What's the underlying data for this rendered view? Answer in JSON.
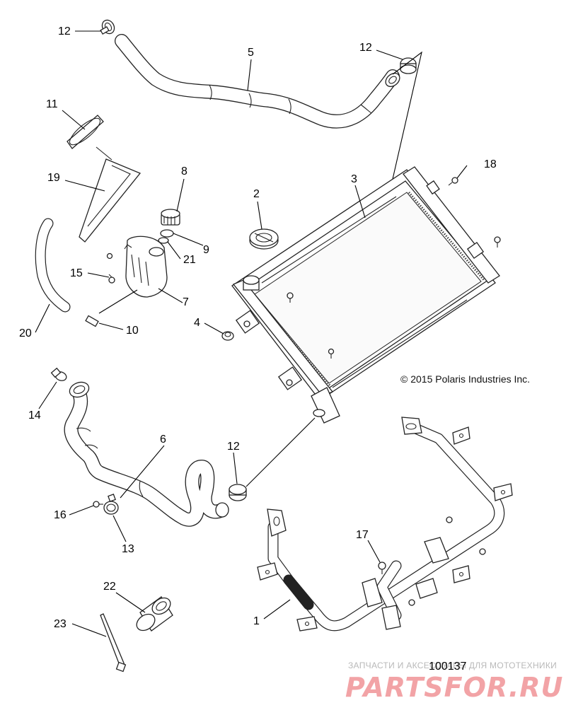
{
  "diagram": {
    "copyright": "© 2015 Polaris Industries Inc.",
    "figure_number": "100137",
    "callouts": {
      "c1": "1",
      "c2": "2",
      "c3": "3",
      "c4": "4",
      "c5": "5",
      "c6": "6",
      "c7": "7",
      "c8": "8",
      "c9": "9",
      "c10": "10",
      "c11": "11",
      "c12a": "12",
      "c12b": "12",
      "c12c": "12",
      "c13": "13",
      "c14": "14",
      "c15": "15",
      "c16": "16",
      "c17": "17",
      "c18": "18",
      "c19": "19",
      "c20": "20",
      "c21": "21",
      "c22": "22",
      "c23": "23"
    }
  },
  "watermark": {
    "tagline": "ЗАПЧАСТИ И АКСЕССУАРЫ ДЛЯ МОТОТЕХНИКИ",
    "brand": "PARTSFOR.RU"
  }
}
